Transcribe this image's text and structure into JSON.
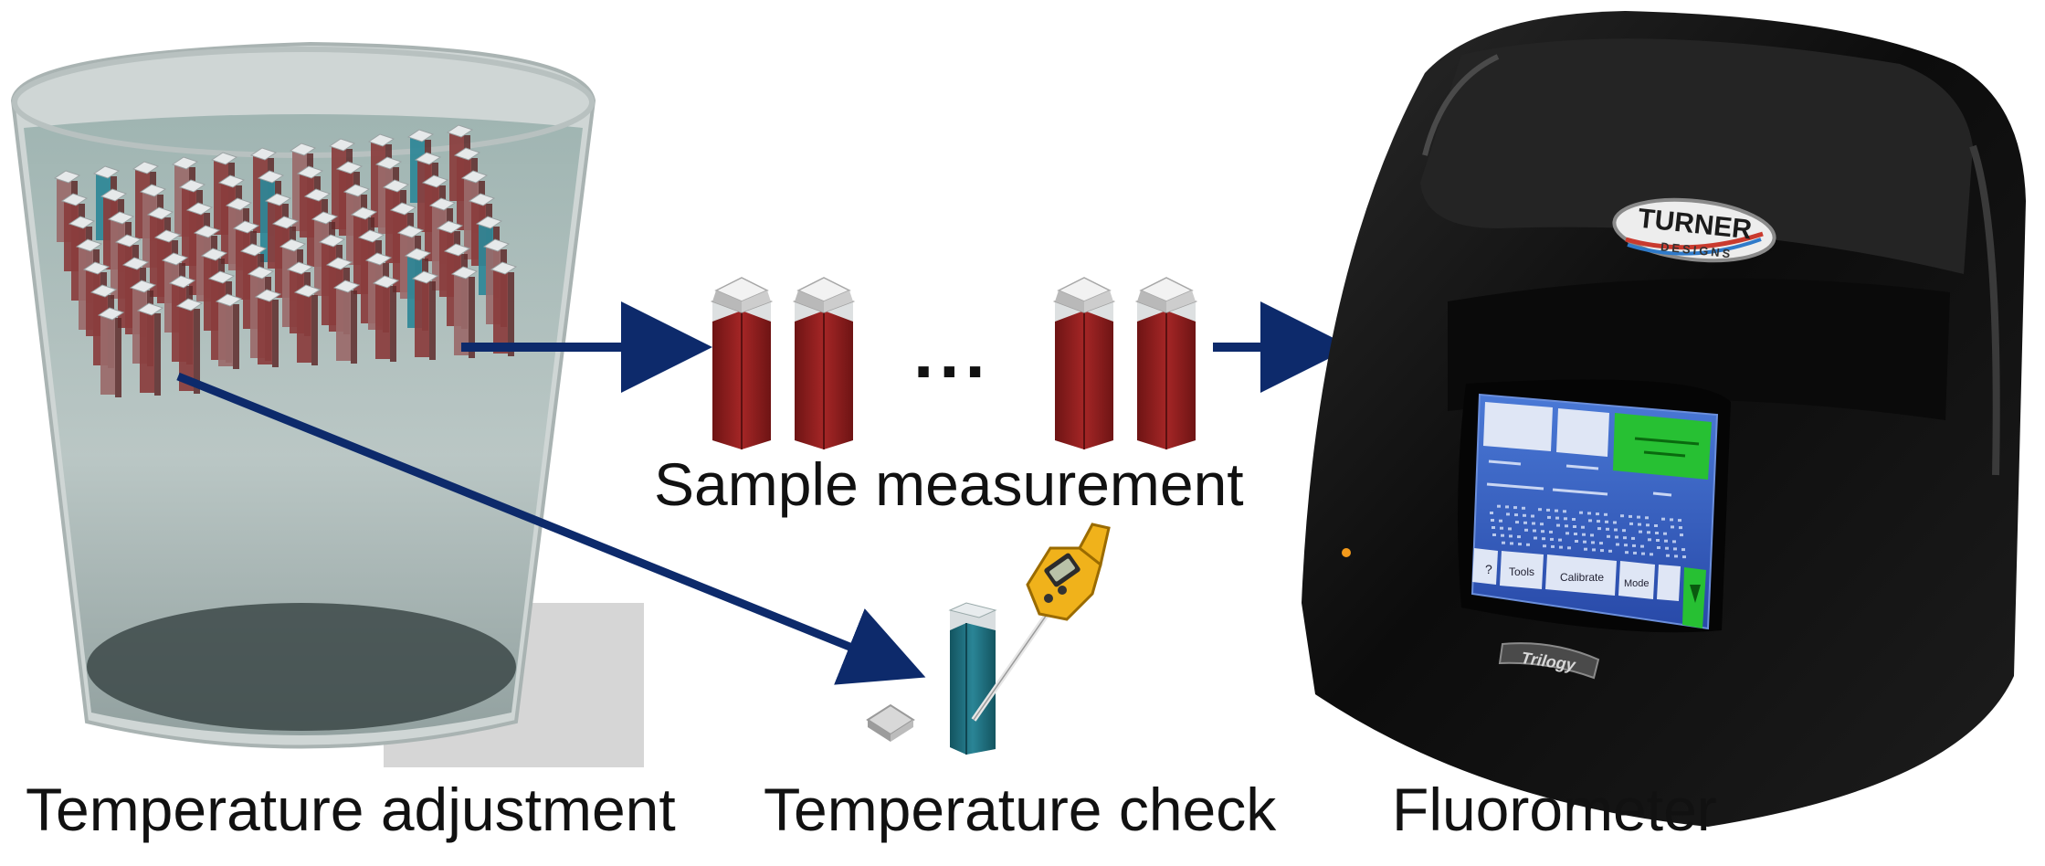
{
  "captions": {
    "temperature_adjustment": "Temperature adjustment",
    "sample_measurement": "Sample measurement",
    "temperature_check": "Temperature check",
    "fluorometer": "Fluorometer"
  },
  "ellipsis": "...",
  "device": {
    "brand_line1": "TURNER",
    "brand_line2": "DESIGNS",
    "model": "Trilogy",
    "screen_buttons": [
      "?",
      "Tools",
      "Calibrate",
      "Mode"
    ]
  },
  "colors": {
    "arrow": "#0d2a6b",
    "cuvette_red": "#8f1f1f",
    "cuvette_teal": "#1f6e7e",
    "bath_water": "#9fb3b0",
    "device_body": "#0e0e0e",
    "screen_blue": "#2f5dc0",
    "screen_green": "#28c02f"
  },
  "icons": [
    "arrow-right-icon",
    "thermometer-icon",
    "cuvette-icon",
    "cuvette-cap-icon"
  ]
}
